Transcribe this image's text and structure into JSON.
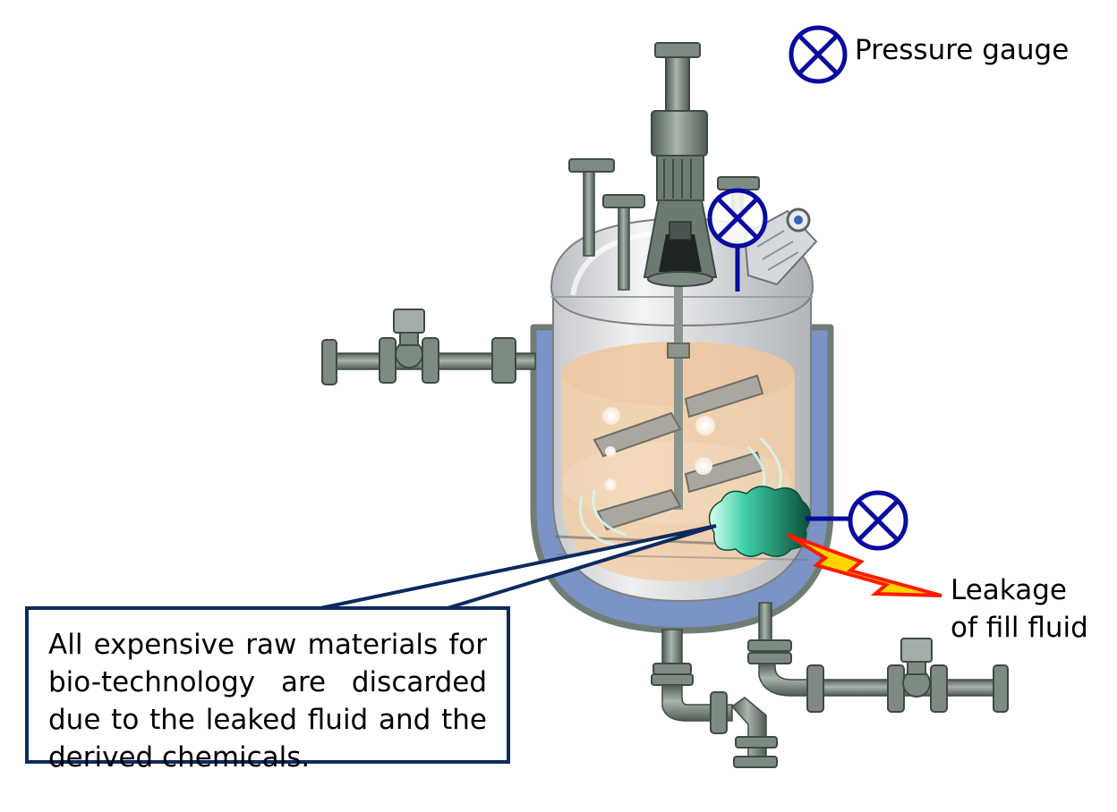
{
  "legend": {
    "pressure_gauge_label": "Pressure gauge"
  },
  "annotations": {
    "leakage_line1": "Leakage",
    "leakage_line2": "of fill fluid"
  },
  "callout": {
    "text": "All expensive raw materials for bio-technology are discarded due to the leaked fluid and the derived chemicals."
  },
  "colors": {
    "gauge_blue": "#0a0aa0",
    "jacket_blue": "#7b93c4",
    "pipe_gray": "#6f7d74",
    "fluid": "#f3cfa8",
    "leak_green": "#1a8f6a",
    "callout_border": "#0d2a5e",
    "spark_red": "#ff1a00",
    "spark_yellow": "#ffd400"
  }
}
